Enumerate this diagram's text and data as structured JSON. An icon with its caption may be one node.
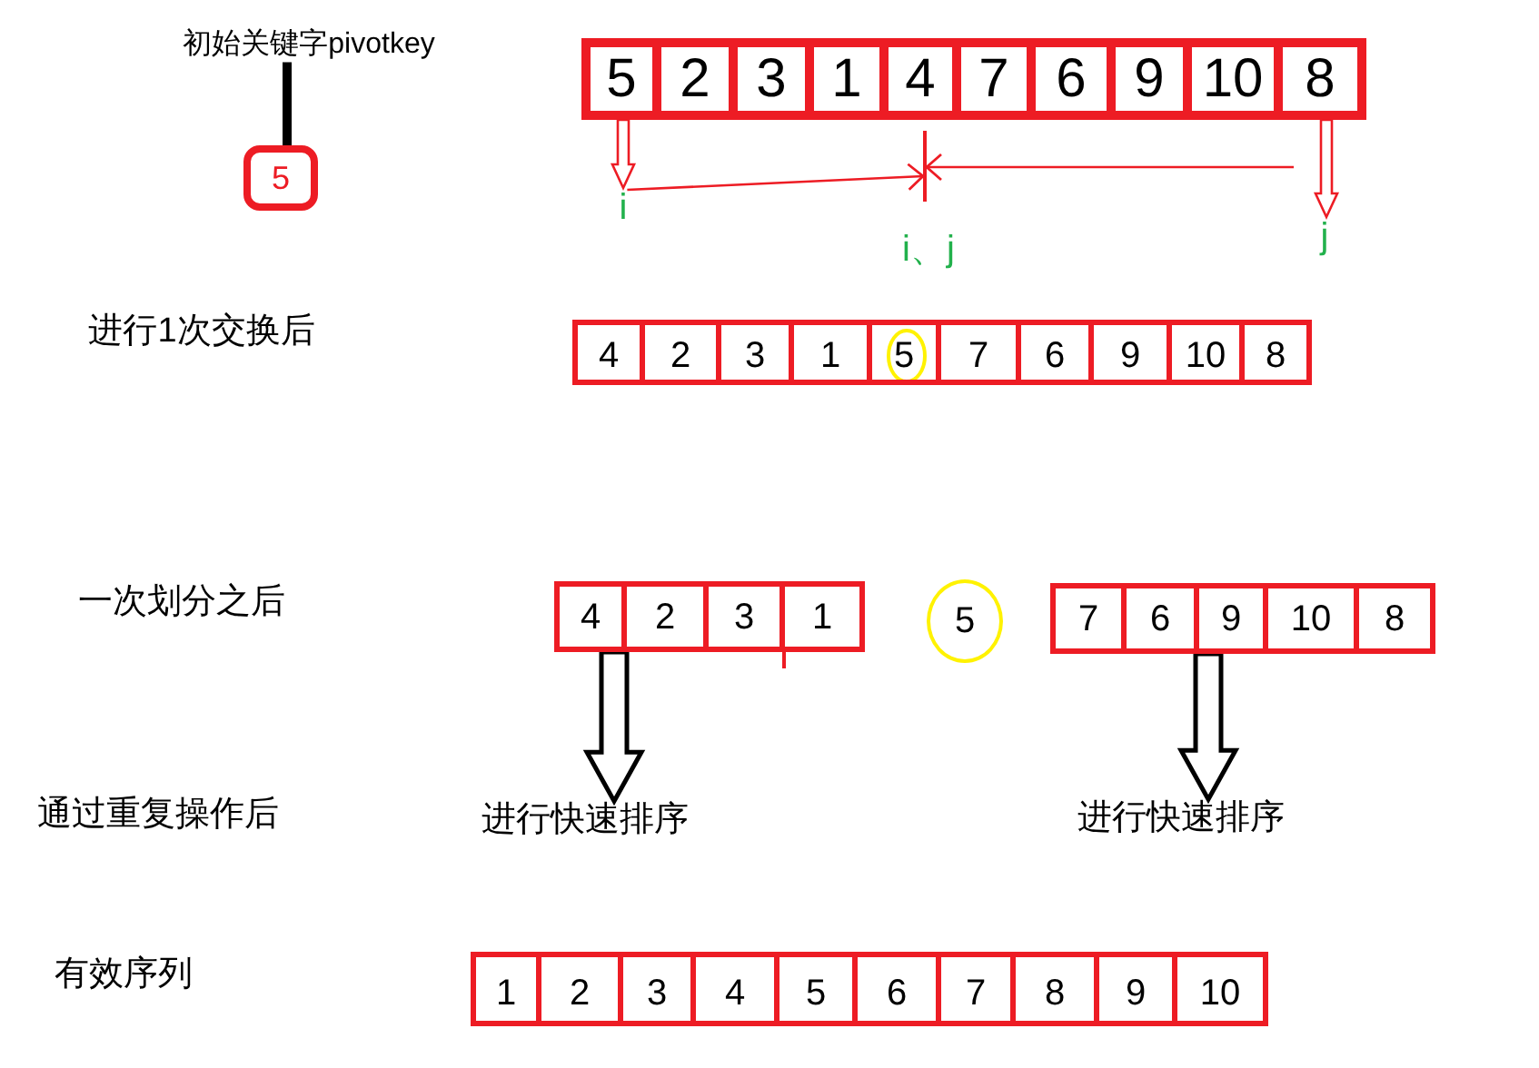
{
  "diagram": {
    "nodes": [
      {
        "text": [
          "初始关键字pivotkey"
        ]
      },
      {
        "text": [
          "5"
        ]
      },
      {
        "text": [
          "2"
        ]
      },
      {
        "text": [
          "3"
        ]
      },
      {
        "text": [
          "1"
        ]
      },
      {
        "text": [
          "4"
        ]
      },
      {
        "text": [
          "7"
        ]
      },
      {
        "text": [
          "6"
        ]
      },
      {
        "text": [
          "9"
        ]
      },
      {
        "text": [
          "10"
        ]
      },
      {
        "text": [
          "8"
        ]
      },
      {
        "text": [
          "5"
        ]
      },
      {
        "text": [],
        "shape": "bar",
        "beside": [
          "i、j"
        ]
      },
      {
        "text": [
          "i"
        ]
      },
      {
        "text": [
          "j"
        ]
      },
      {
        "text": [
          "4"
        ]
      },
      {
        "text": [
          "2"
        ]
      },
      {
        "text": [
          "3"
        ]
      },
      {
        "text": [
          "1"
        ]
      },
      {
        "text": [
          "5"
        ]
      },
      {
        "text": [
          "7"
        ]
      },
      {
        "text": [
          "6"
        ]
      },
      {
        "text": [
          "9"
        ]
      },
      {
        "text": [
          "10"
        ]
      },
      {
        "text": [
          "8"
        ]
      },
      {
        "text": [
          "4"
        ]
      },
      {
        "text": [
          "2"
        ]
      },
      {
        "text": [
          "3"
        ]
      },
      {
        "text": [
          "1"
        ]
      },
      {
        "text": [
          "5"
        ]
      },
      {
        "text": [
          "7"
        ]
      },
      {
        "text": [
          "6"
        ]
      },
      {
        "text": [
          "9"
        ]
      },
      {
        "text": [
          "10"
        ]
      },
      {
        "text": [
          "8"
        ]
      },
      {
        "text": [
          "进行快速排序"
        ]
      },
      {
        "text": [
          "进行快速排序"
        ]
      },
      {
        "text": [
          "1"
        ]
      },
      {
        "text": [
          "2"
        ]
      },
      {
        "text": [
          "3"
        ]
      },
      {
        "text": [
          "4"
        ]
      },
      {
        "text": [
          "5"
        ]
      },
      {
        "text": [
          "6"
        ]
      },
      {
        "text": [
          "7"
        ]
      },
      {
        "text": [
          "8"
        ]
      },
      {
        "text": [
          "9"
        ]
      },
      {
        "text": [
          "10"
        ]
      }
    ],
    "edges": [
      {
        "from": 0,
        "to": 11,
        "arrow": "none",
        "style": "thick",
        "color": "#000000"
      },
      {
        "from": 1,
        "to": 13,
        "arrow": "to"
      },
      {
        "from": 10,
        "to": 14,
        "arrow": "to"
      },
      {
        "from": 13,
        "to": 12,
        "arrow": "to"
      },
      {
        "from": null,
        "to": 12,
        "arrow": "to"
      },
      {
        "from": 25,
        "to": 35,
        "arrow": "to",
        "color": "#000000"
      },
      {
        "from": 32,
        "to": 36,
        "arrow": "to",
        "color": "#000000"
      }
    ],
    "labels": [
      "进行1次交换后",
      "一次划分之后",
      "通过重复操作后",
      "有效序列"
    ]
  }
}
